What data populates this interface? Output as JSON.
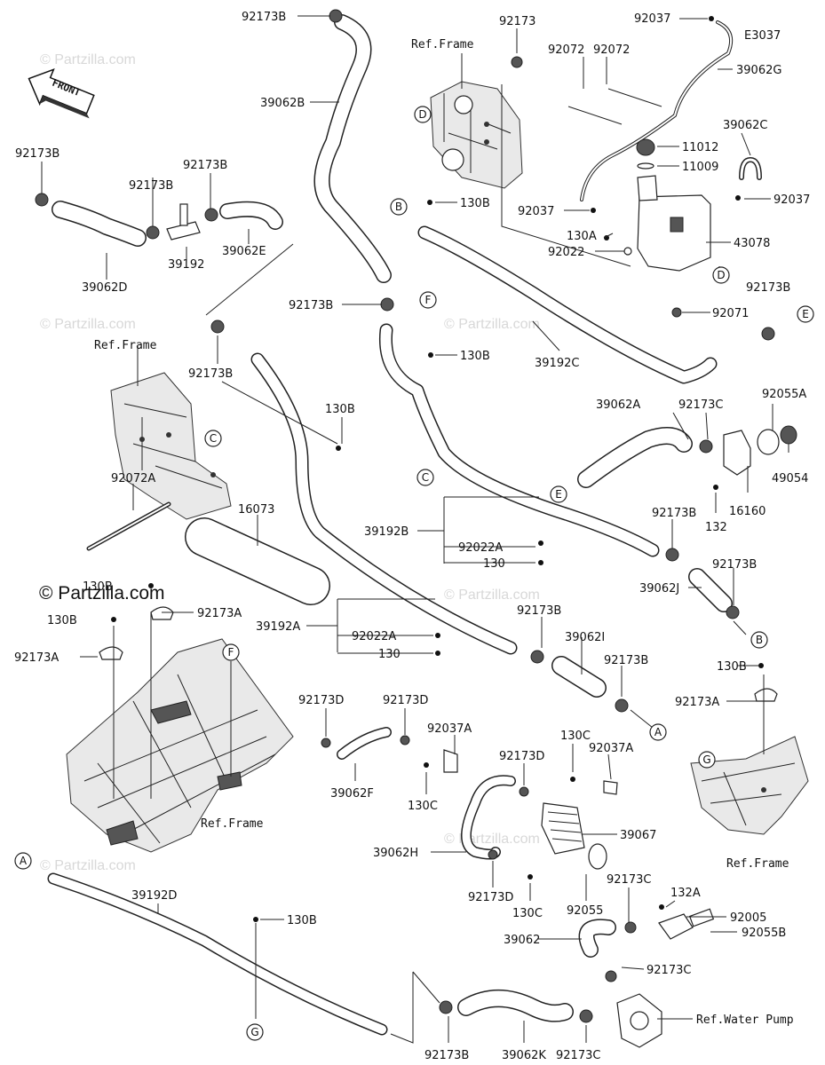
{
  "brand": {
    "logo": "© Partzilla.com",
    "watermark": "© Partzilla.com"
  },
  "front_label": "FRONT",
  "diagram_code": "E3037",
  "ref_labels": {
    "frame_top": "Ref.Frame",
    "frame_left": "Ref.Frame",
    "frame_bottom": "Ref.Frame",
    "frame_right": "Ref.Frame",
    "water_pump": "Ref.Water Pump"
  },
  "callouts": {
    "A": "A",
    "B": "B",
    "C": "C",
    "D": "D",
    "E": "E",
    "F": "F",
    "G": "G"
  },
  "parts": {
    "p92173B_a": "92173B",
    "p39062B": "39062B",
    "p92173_top": "92173",
    "p92072_a": "92072",
    "p92072_b": "92072",
    "p92037_top": "92037",
    "p39062G": "39062G",
    "p92173B_left": "92173B",
    "p92173B_b": "92173B",
    "p92173B_c": "92173B",
    "p39062D": "39062D",
    "p39192": "39192",
    "p39062E": "39062E",
    "p11012": "11012",
    "p11009": "11009",
    "p39062C": "39062C",
    "p92037_r": "92037",
    "p92037_m": "92037",
    "p43078": "43078",
    "p130B_1": "130B",
    "p130A": "130A",
    "p92022": "92022",
    "p92173B_d": "92173B",
    "p92071": "92071",
    "p92173B_e": "92173B",
    "p92173B_f": "92173B",
    "p130B_2": "130B",
    "p39192C": "39192C",
    "p130B_3": "130B",
    "p39062A": "39062A",
    "p92173C_a": "92173C",
    "p92055A": "92055A",
    "p49054": "49054",
    "p16160": "16160",
    "p132": "132",
    "p92072A": "92072A",
    "p16073": "16073",
    "p39192B": "39192B",
    "p92022A_a": "92022A",
    "p130_a": "130",
    "p92173B_g": "92173B",
    "p39062J": "39062J",
    "p92173B_h": "92173B",
    "p130B_4": "130B",
    "p92173A_a": "92173A",
    "p39192A": "39192A",
    "p92022A_b": "92022A",
    "p130_b": "130",
    "p92173B_i": "92173B",
    "p39062I": "39062I",
    "p92173B_j": "92173B",
    "p130B_5": "130B",
    "p92173A_b": "92173A",
    "p92173A_c": "92173A",
    "p92173D_a": "92173D",
    "p92173D_b": "92173D",
    "p92037A_a": "92037A",
    "p130C_a": "130C",
    "p92037A_b": "92037A",
    "p92173D_c": "92173D",
    "p39062F": "39062F",
    "p130C_b": "130C",
    "p39067": "39067",
    "p39062H": "39062H",
    "p92173D_d": "92173D",
    "p130C_c": "130C",
    "p92055": "92055",
    "p132A": "132A",
    "p92173C_b": "92173C",
    "p92005": "92005",
    "p39062": "39062",
    "p92055B": "92055B",
    "p92173C_c": "92173C",
    "p39192D": "39192D",
    "p130B_6": "130B",
    "p92173B_k": "92173B",
    "p39062K": "39062K",
    "p92173C_d": "92173C",
    "p130B_7": "130B"
  }
}
